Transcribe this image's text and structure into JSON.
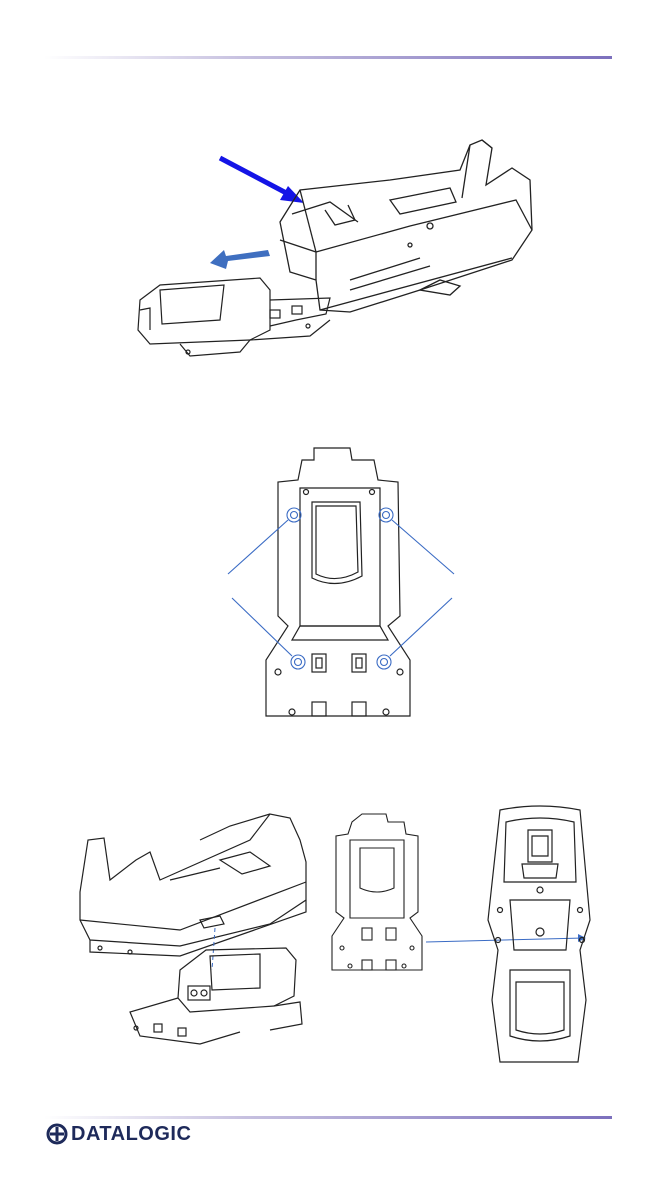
{
  "brand": {
    "name": "DATALOGIC",
    "color": "#1e2a5a"
  },
  "figures": [
    {
      "id": "cradle-disassembly",
      "icon": "cradle-with-arrows"
    },
    {
      "id": "base-plate-screws",
      "icon": "mounting-plate-with-callouts"
    },
    {
      "id": "reassembly-views",
      "icon": "cradle-plate-and-bottom-view"
    }
  ],
  "colors": {
    "rule": "#7c70bd",
    "arrow_dark": "#1414e6",
    "arrow_light": "#3f6fc0",
    "callout": "#3a6bc4",
    "line": "#222222"
  }
}
